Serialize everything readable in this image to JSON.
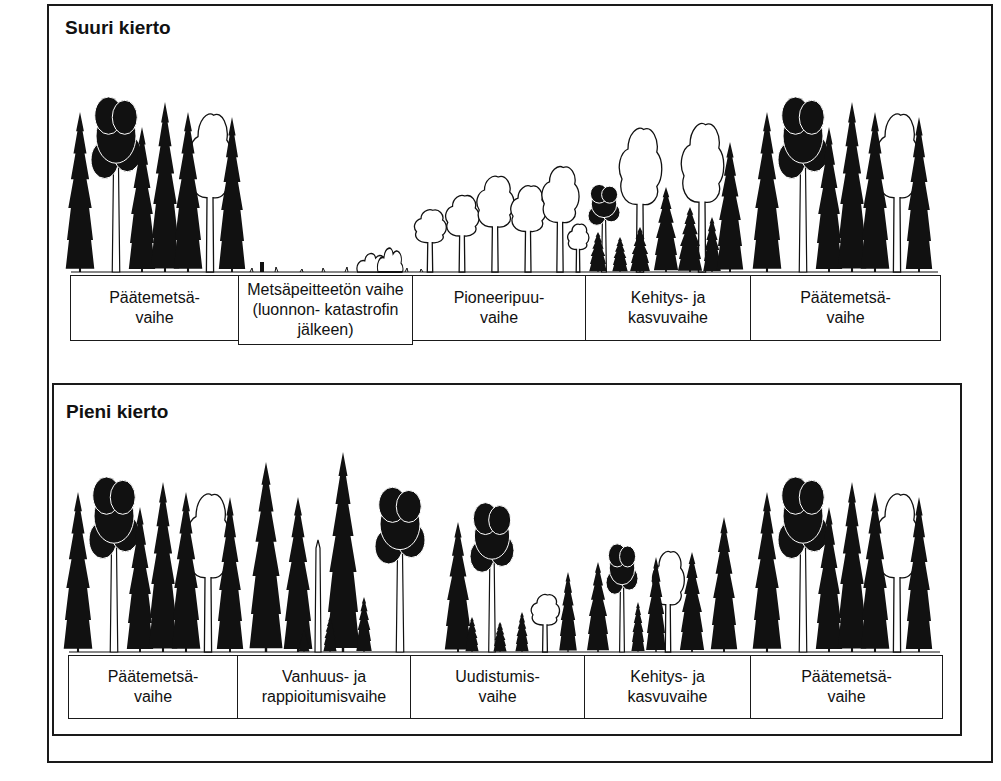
{
  "diagram": {
    "nodes": [
      {
        "text": [
          "Suuri kierto"
        ]
      },
      {
        "text": [
          "Päätemetsä- vaihe"
        ],
        "in": 0
      },
      {
        "text": [
          "Metsäpeitteetön vaihe (luonnon- katastrofin jälkeen)"
        ],
        "in": 0
      },
      {
        "text": [
          "Pioneeripuu- vaihe"
        ],
        "in": 0
      },
      {
        "text": [
          "Kehitys- ja kasvuvaihe"
        ],
        "in": 0
      },
      {
        "text": [
          "Päätemetsä- vaihe"
        ],
        "in": 0
      },
      {
        "text": [
          "Pieni kierto"
        ],
        "in": 0
      },
      {
        "text": [
          "Päätemetsä- vaihe"
        ],
        "in": 6
      },
      {
        "text": [
          "Vanhuus- ja rappioitumisvaihe"
        ],
        "in": 6
      },
      {
        "text": [
          "Uudistumis- vaihe"
        ],
        "in": 6
      },
      {
        "text": [
          "Kehitys- ja kasvuvaihe"
        ],
        "in": 6
      },
      {
        "text": [
          "Päätemetsä- vaihe"
        ],
        "in": 6
      }
    ]
  }
}
